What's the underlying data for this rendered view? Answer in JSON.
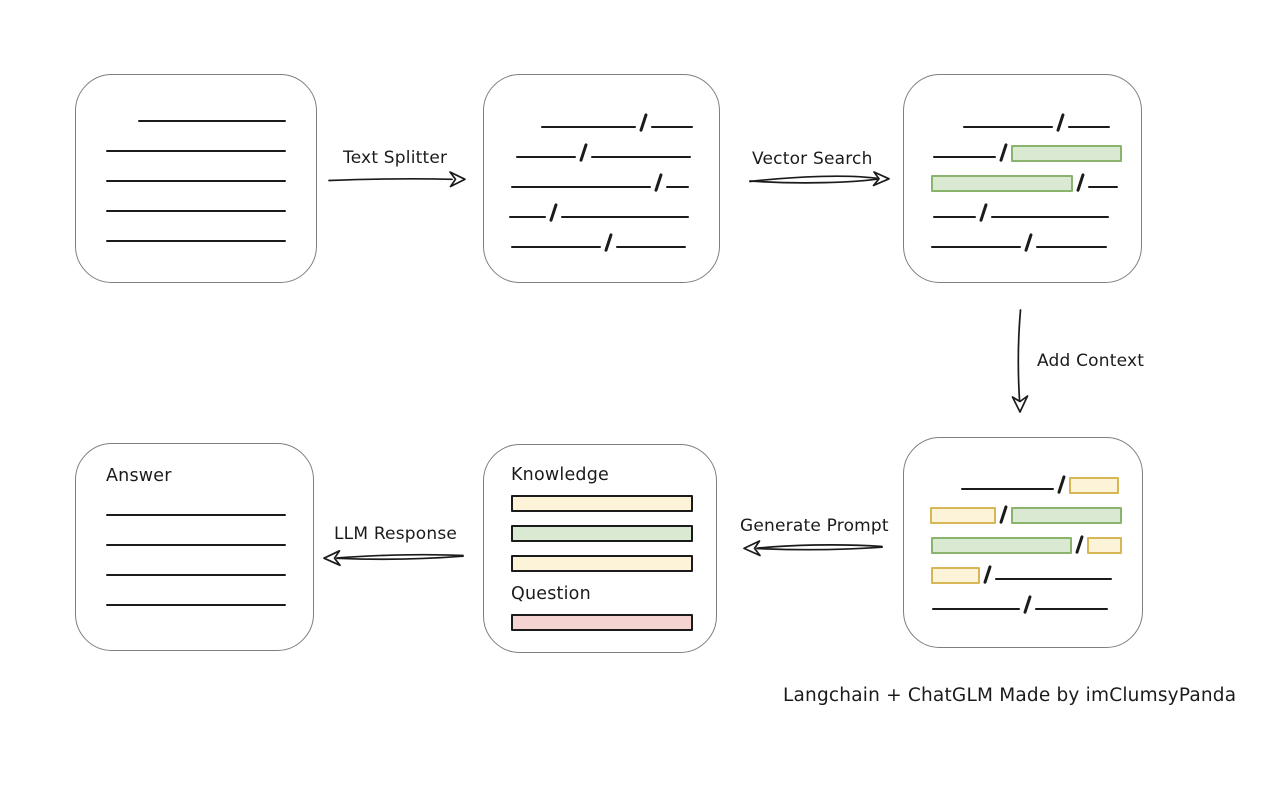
{
  "title": "Langchain + ChatGLM pipeline diagram",
  "colors": {
    "background": "#ffffff",
    "box_border": "#7f7f7f",
    "line": "#1b1b1b",
    "green_fill": "#d9e9d2",
    "green_stroke": "#8ab46c",
    "yellow_fill": "#fcf3d8",
    "yellow_stroke": "#d7b755",
    "red_fill": "#f4d3d0",
    "red_stroke": "#b95a54"
  },
  "labels": {
    "text_splitter": "Text Splitter",
    "vector_search": "Vector Search",
    "add_context": "Add Context",
    "generate_prompt": "Generate Prompt",
    "llm_response": "LLM Response",
    "answer": "Answer",
    "attribution": "Langchain + ChatGLM Made by imClumsyPanda"
  },
  "prompt": {
    "knowledge_label": "Knowledge",
    "question_label": "Question",
    "knowledge_bars": [
      "yellow",
      "green",
      "yellow"
    ],
    "question_bars": [
      "red"
    ]
  },
  "boxes": {
    "source_document": {
      "rows": [
        {
          "ind": 32,
          "segs": [
            {
              "t": "line",
              "w": 148
            }
          ]
        },
        {
          "ind": 0,
          "segs": [
            {
              "t": "line",
              "w": 180
            }
          ]
        },
        {
          "ind": 0,
          "segs": [
            {
              "t": "line",
              "w": 180
            }
          ]
        },
        {
          "ind": 0,
          "segs": [
            {
              "t": "line",
              "w": 180
            }
          ]
        },
        {
          "ind": 0,
          "segs": [
            {
              "t": "line",
              "w": 180
            }
          ]
        }
      ]
    },
    "split_chunks": {
      "rows": [
        {
          "ind": 35,
          "segs": [
            {
              "t": "line",
              "w": 95
            },
            {
              "t": "slash"
            },
            {
              "t": "line",
              "w": 42
            }
          ]
        },
        {
          "ind": 10,
          "segs": [
            {
              "t": "line",
              "w": 60
            },
            {
              "t": "slash"
            },
            {
              "t": "line",
              "w": 100
            }
          ]
        },
        {
          "ind": 5,
          "segs": [
            {
              "t": "line",
              "w": 140
            },
            {
              "t": "slash"
            },
            {
              "t": "line",
              "w": 23
            }
          ]
        },
        {
          "ind": 3,
          "segs": [
            {
              "t": "line",
              "w": 37
            },
            {
              "t": "slash"
            },
            {
              "t": "line",
              "w": 128
            }
          ]
        },
        {
          "ind": 5,
          "segs": [
            {
              "t": "line",
              "w": 90
            },
            {
              "t": "slash"
            },
            {
              "t": "line",
              "w": 70
            }
          ]
        }
      ]
    },
    "vector_matched": {
      "rows": [
        {
          "ind": 37,
          "segs": [
            {
              "t": "line",
              "w": 90
            },
            {
              "t": "slash"
            },
            {
              "t": "line",
              "w": 42
            }
          ]
        },
        {
          "ind": 7,
          "segs": [
            {
              "t": "line",
              "w": 63
            },
            {
              "t": "slash"
            },
            {
              "t": "chip",
              "c": "green",
              "w": 107
            }
          ]
        },
        {
          "ind": 5,
          "segs": [
            {
              "t": "chip",
              "c": "green",
              "w": 138
            },
            {
              "t": "slash"
            },
            {
              "t": "line",
              "w": 30
            }
          ]
        },
        {
          "ind": 7,
          "segs": [
            {
              "t": "line",
              "w": 43
            },
            {
              "t": "slash"
            },
            {
              "t": "line",
              "w": 118
            }
          ]
        },
        {
          "ind": 5,
          "segs": [
            {
              "t": "line",
              "w": 90
            },
            {
              "t": "slash"
            },
            {
              "t": "line",
              "w": 71
            }
          ]
        }
      ]
    },
    "context_chunks": {
      "rows": [
        {
          "ind": 35,
          "segs": [
            {
              "t": "line",
              "w": 93
            },
            {
              "t": "slash"
            },
            {
              "t": "chip",
              "c": "yellow",
              "w": 46
            }
          ]
        },
        {
          "ind": 4,
          "segs": [
            {
              "t": "chip",
              "c": "yellow",
              "w": 62
            },
            {
              "t": "slash"
            },
            {
              "t": "chip",
              "c": "green",
              "w": 107
            }
          ]
        },
        {
          "ind": 5,
          "segs": [
            {
              "t": "chip",
              "c": "green",
              "w": 137
            },
            {
              "t": "slash"
            },
            {
              "t": "chip",
              "c": "yellow",
              "w": 31
            }
          ]
        },
        {
          "ind": 5,
          "segs": [
            {
              "t": "chip",
              "c": "yellow",
              "w": 45
            },
            {
              "t": "slash"
            },
            {
              "t": "line",
              "w": 117
            }
          ]
        },
        {
          "ind": 6,
          "segs": [
            {
              "t": "line",
              "w": 88
            },
            {
              "t": "slash"
            },
            {
              "t": "line",
              "w": 73
            }
          ]
        }
      ]
    },
    "answer": {
      "rows": [
        {
          "ind": 0,
          "segs": [
            {
              "t": "line",
              "w": 180
            }
          ]
        },
        {
          "ind": 0,
          "segs": [
            {
              "t": "line",
              "w": 180
            }
          ]
        },
        {
          "ind": 0,
          "segs": [
            {
              "t": "line",
              "w": 180
            }
          ]
        },
        {
          "ind": 0,
          "segs": [
            {
              "t": "line",
              "w": 180
            }
          ]
        }
      ]
    }
  }
}
